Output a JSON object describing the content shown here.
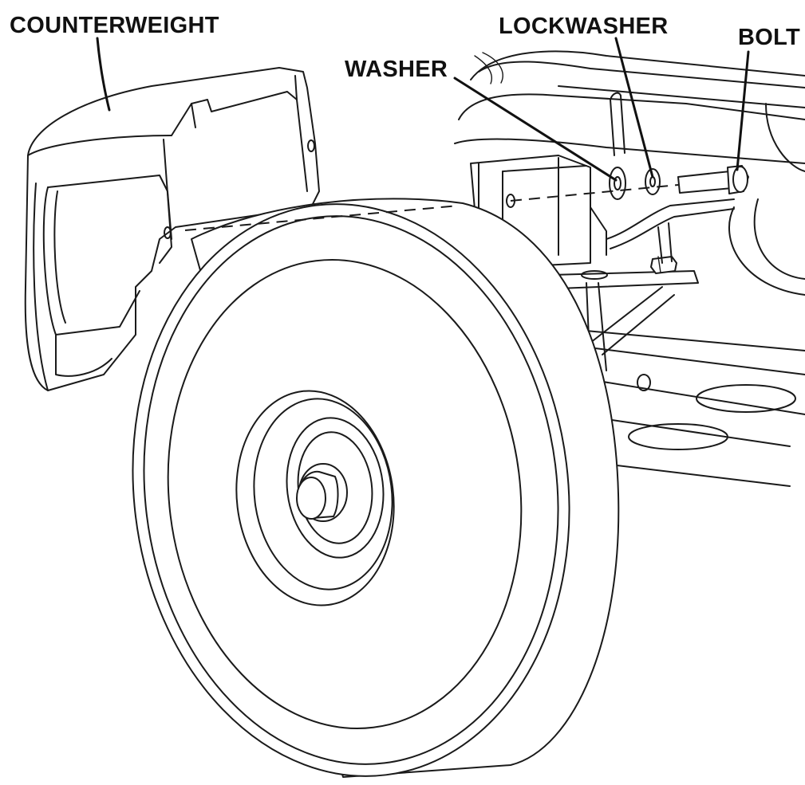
{
  "labels": {
    "counterweight": "COUNTERWEIGHT",
    "washer": "WASHER",
    "lockwasher": "LOCKWASHER",
    "bolt": "BOLT"
  }
}
